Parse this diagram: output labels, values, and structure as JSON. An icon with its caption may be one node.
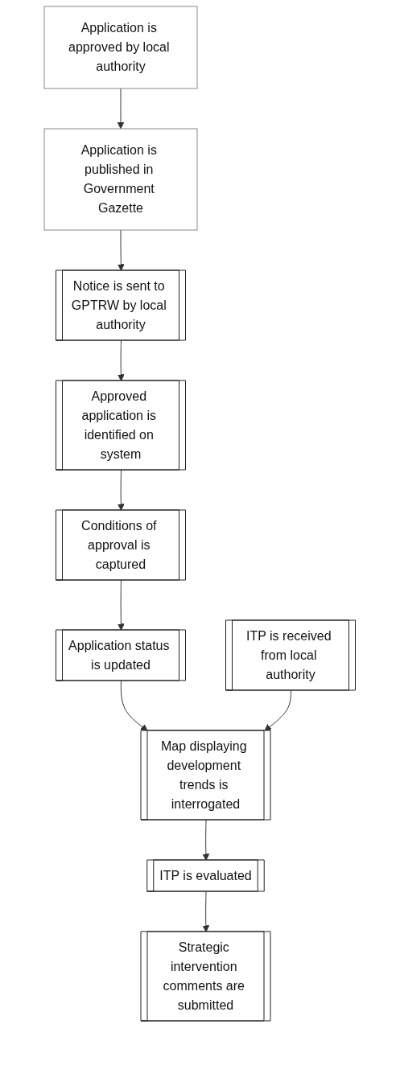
{
  "diagram": {
    "nodes": [
      {
        "text": [
          "Application is approved by local authority"
        ]
      },
      {
        "text": [
          "Application is published in Government Gazette"
        ]
      },
      {
        "text": [
          "Notice is sent to GPTRW by local authority"
        ]
      },
      {
        "text": [
          "Approved application is identified on system"
        ]
      },
      {
        "text": [
          "Conditions of approval is captured"
        ]
      },
      {
        "text": [
          "Application status is updated"
        ]
      },
      {
        "text": [
          "ITP is received from local authority"
        ]
      },
      {
        "text": [
          "Map displaying development trends is interrogated"
        ]
      },
      {
        "text": [
          "ITP is evaluated"
        ]
      },
      {
        "text": [
          "Strategic intervention comments are submitted"
        ]
      }
    ],
    "edges": [
      {
        "from": 0,
        "to": 1,
        "arrow": "to"
      },
      {
        "from": 1,
        "to": 2,
        "arrow": "to"
      },
      {
        "from": 2,
        "to": 3,
        "arrow": "to"
      },
      {
        "from": 3,
        "to": 4,
        "arrow": "to"
      },
      {
        "from": 4,
        "to": 5,
        "arrow": "to"
      },
      {
        "from": 5,
        "to": 7,
        "arrow": "to"
      },
      {
        "from": 6,
        "to": 7,
        "arrow": "to"
      },
      {
        "from": 7,
        "to": 8,
        "arrow": "to"
      },
      {
        "from": 8,
        "to": 9,
        "arrow": "to"
      }
    ]
  }
}
